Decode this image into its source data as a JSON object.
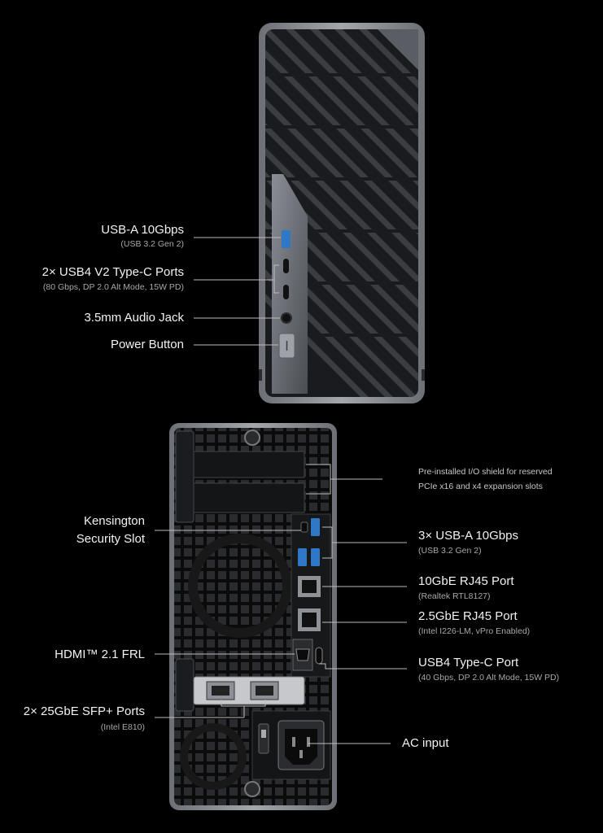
{
  "front": {
    "usb_a": {
      "label": "USB-A 10Gbps",
      "sub": "(USB 3.2 Gen 2)"
    },
    "usb4v2": {
      "label": "2× USB4 V2 Type-C Ports",
      "sub": "(80 Gbps, DP 2.0 Alt Mode, 15W PD)"
    },
    "audio": {
      "label": "3.5mm Audio Jack"
    },
    "power": {
      "label": "Power Button"
    }
  },
  "back": {
    "io_shield": {
      "line1": "Pre-installed I/O shield for reserved",
      "line2": "PCIe x16 and x4 expansion slots"
    },
    "kensington": {
      "line1": "Kensington",
      "line2": "Security Slot"
    },
    "usb_a3": {
      "label": "3× USB-A 10Gbps",
      "sub": "(USB 3.2 Gen 2)"
    },
    "rj45_10g": {
      "label": "10GbE RJ45 Port",
      "sub": "(Realtek RTL8127)"
    },
    "rj45_25g": {
      "label": "2.5GbE RJ45 Port",
      "sub": "(Intel I226-LM, vPro Enabled)"
    },
    "hdmi": {
      "label": "HDMI™ 2.1 FRL"
    },
    "usb4": {
      "label": "USB4 Type-C Port",
      "sub": "(40 Gbps, DP 2.0 Alt Mode, 15W PD)"
    },
    "sfp": {
      "label": "2× 25GbE SFP+ Ports",
      "sub": "(Intel E810)"
    },
    "ac": {
      "label": "AC input"
    }
  },
  "colors": {
    "background": "#000000",
    "chassis": "#8d9096",
    "panel": "#1d1e21",
    "usb_blue": "#2f78c8"
  }
}
